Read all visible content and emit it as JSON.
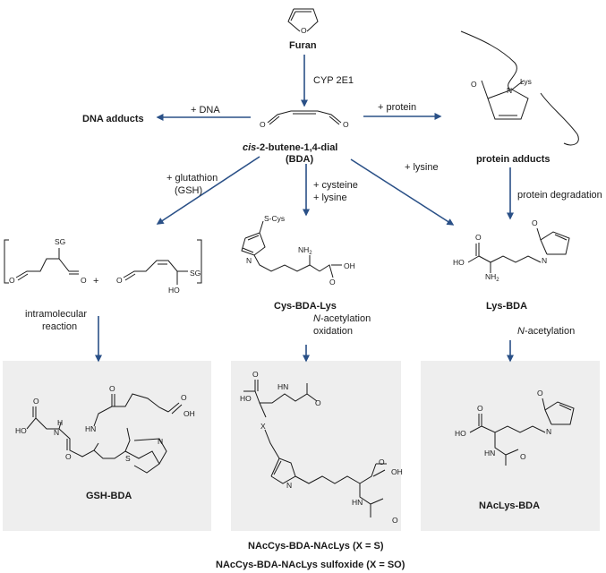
{
  "colors": {
    "arrow": "#2a5087",
    "panel": "#eeeeee",
    "text": "#1a1a1a"
  },
  "compounds": {
    "furan": "Furan",
    "bda_prefix": "cis",
    "bda_rest": "-2-butene-1,4-dial",
    "bda_abbr": "(BDA)",
    "dna_adducts": "DNA adducts",
    "protein_adducts": "protein adducts",
    "cys_bda_lys": "Cys-BDA-Lys",
    "lys_bda": "Lys-BDA",
    "gsh_bda": "GSH-BDA",
    "naclys_bda": "NAcLys-BDA",
    "naccys_s": "NAcCys-BDA-NAcLys (X = S)",
    "naccys_so": "NAcCys-BDA-NAcLys sulfoxide (X = SO)"
  },
  "reactions": {
    "cyp": "CYP 2E1",
    "dna": "+ DNA",
    "protein": "+ protein",
    "glut1": "+ glutathion",
    "glut2": "(GSH)",
    "cys1": "+ cysteine",
    "cys2": "+ lysine",
    "lysine": "+ lysine",
    "protein_degradation": "protein degradation",
    "intra1": "intramolecular",
    "intra2": "reaction",
    "nacetyl_n": "N",
    "nacetyl_rest": "-acetylation",
    "oxidation": "oxidation"
  },
  "atoms": {
    "O": "O",
    "N": "N",
    "S": "S",
    "X": "X",
    "SG": "SG",
    "HO": "HO",
    "OH": "OH",
    "NH": "NH",
    "HN": "HN",
    "H": "H",
    "Lys": "Lys",
    "S_Cys": "S-Cys",
    "plus": "+",
    "two": "2"
  }
}
